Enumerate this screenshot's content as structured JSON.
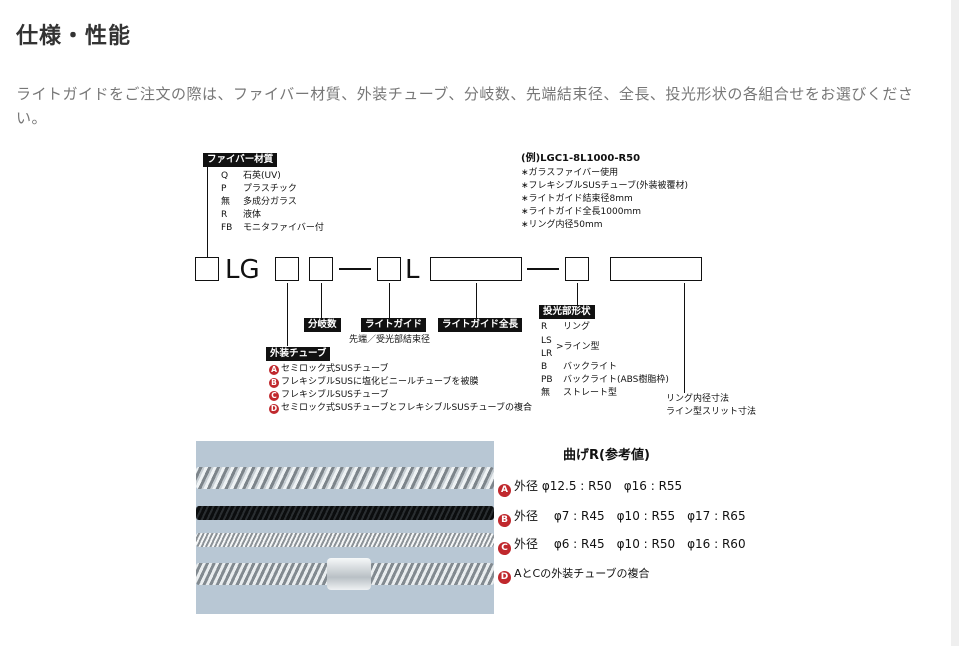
{
  "section": {
    "title": "仕様・性能",
    "intro": "ライトガイドをご注文の際は、ファイバー材質、外装チューブ、分岐数、先端結束径、全長、投光形状の各組合せをお選びください。"
  },
  "fiber": {
    "heading": "ファイバー材質",
    "items": [
      {
        "code": "Q",
        "label": "石英(UV)"
      },
      {
        "code": "P",
        "label": "プラスチック"
      },
      {
        "code": "無",
        "label": "多成分ガラス"
      },
      {
        "code": "R",
        "label": "液体"
      },
      {
        "code": "FB",
        "label": "モニタファイバー付"
      }
    ]
  },
  "example": {
    "title": "(例)LGC1-8L1000-R50",
    "lines": [
      "∗ガラスファイバー使用",
      "∗フレキシブルSUSチューブ(外装被覆材)",
      "∗ライトガイド結束径8mm",
      "∗ライトガイド全長1000mm",
      "∗リング内径50mm"
    ]
  },
  "code_row": {
    "lg": "LG",
    "l": "L"
  },
  "labels": {
    "branch": "分岐数",
    "lightguide": "ライトガイド",
    "lightguide_sub": "先端／受光部結束径",
    "length": "ライトガイド全長",
    "projection_size": [
      "リング内径寸法",
      "ライン型スリット寸法"
    ]
  },
  "tube": {
    "heading": "外装チューブ",
    "items": [
      {
        "mark": "A",
        "label": "セミロック式SUSチューブ"
      },
      {
        "mark": "B",
        "label": "フレキシブルSUSに塩化ビニールチューブを被膜"
      },
      {
        "mark": "C",
        "label": "フレキシブルSUSチューブ"
      },
      {
        "mark": "D",
        "label": "セミロック式SUSチューブとフレキシブルSUSチューブの複合"
      }
    ]
  },
  "projection": {
    "heading": "投光部形状",
    "items": [
      {
        "code": "R",
        "label": "リング"
      },
      {
        "code": "LS",
        "label": ""
      },
      {
        "code": "LR",
        "label": ""
      },
      {
        "code": "B",
        "label": "バックライト"
      },
      {
        "code": "PB",
        "label": "バックライト(ABS樹脂枠)"
      },
      {
        "code": "無",
        "label": "ストレート型"
      }
    ],
    "line_type": "ライン型"
  },
  "bend": {
    "title": "曲げR(参考値)",
    "rows": [
      {
        "mark": "A",
        "text": "外径 φ12.5 : R50　φ16 : R55"
      },
      {
        "mark": "B",
        "text": "外径　 φ7 : R45　φ10 : R55　φ17 : R65"
      },
      {
        "mark": "C",
        "text": "外径　 φ6 : R45　φ10 : R50　φ16 : R60"
      },
      {
        "mark": "D",
        "text": "AとCの外装チューブの複合"
      }
    ]
  }
}
